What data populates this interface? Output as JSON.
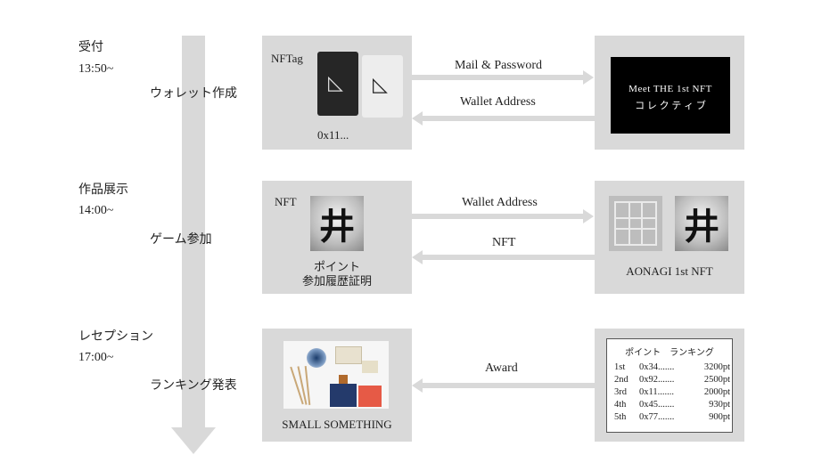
{
  "timeline": [
    {
      "phase": "受付",
      "time": "13:50~",
      "activity": "ウォレット作成"
    },
    {
      "phase": "作品展示",
      "time": "14:00~",
      "activity": "ゲーム参加"
    },
    {
      "phase": "レセプション",
      "time": "17:00~",
      "activity": "ランキング発表"
    }
  ],
  "row1": {
    "left_label": "NFTag",
    "left_caption": "0x11...",
    "arrow_right": "Mail & Password",
    "arrow_left": "Wallet Address",
    "screen_line1": "Meet THE 1st NFT",
    "screen_line2": "コ レ ク テ ィ ブ"
  },
  "row2": {
    "left_label": "NFT",
    "left_caption_1": "ポイント",
    "left_caption_2": "参加履歴証明",
    "arrow_right": "Wallet Address",
    "arrow_left": "NFT",
    "right_caption": "AONAGI 1st  NFT",
    "kanji_glyph": "井"
  },
  "row3": {
    "left_caption": "SMALL SOMETHING",
    "arrow_left": "Award",
    "ranking_title": "ポイント　ランキング",
    "ranking": [
      {
        "rank": "1st",
        "addr": "0x34.......",
        "pts": "3200pt"
      },
      {
        "rank": "2nd",
        "addr": "0x92.......",
        "pts": "2500pt"
      },
      {
        "rank": "3rd",
        "addr": "0x11.......",
        "pts": "2000pt"
      },
      {
        "rank": "4th",
        "addr": "0x45.......",
        "pts": "930pt"
      },
      {
        "rank": "5th",
        "addr": "0x77.......",
        "pts": "900pt"
      }
    ]
  },
  "colors": {
    "panel": "#d9d9d9",
    "screen": "#000000"
  }
}
